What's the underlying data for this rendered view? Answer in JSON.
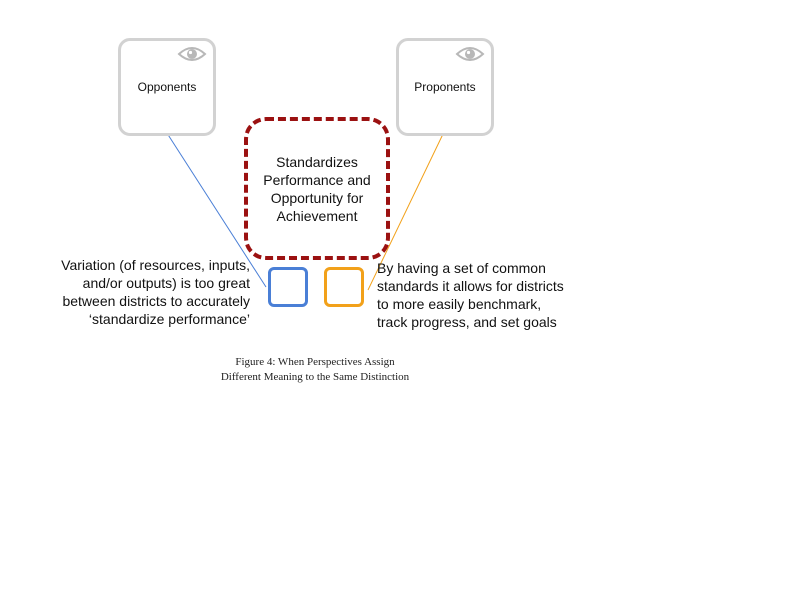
{
  "diagram": {
    "perspectives": {
      "left": {
        "label": "Opponents",
        "icon": "eye-icon"
      },
      "right": {
        "label": "Proponents",
        "icon": "eye-icon"
      }
    },
    "distinction": {
      "line1": "Standardizes",
      "line2": "Performance and",
      "line3": "Opportunity for",
      "line4": "Achievement"
    },
    "meanings": {
      "left_lines": [
        "Variation (of resources, inputs,",
        "and/or outputs) is too great",
        "between districts to accurately",
        "‘standardize performance’"
      ],
      "right_lines": [
        "By having a set of common",
        "standards it allows for districts",
        "to more easily benchmark,",
        "track progress, and set goals"
      ]
    },
    "caption": {
      "line1": "Figure 4: When Perspectives Assign",
      "line2": "Different Meaning to the Same Distinction"
    },
    "colors": {
      "perspective_border": "#d2d2d2",
      "distinction_border": "#9b1111",
      "left_meaning": "#4a7fd6",
      "right_meaning": "#f2a11a",
      "eye": "#b8b8b8"
    }
  }
}
